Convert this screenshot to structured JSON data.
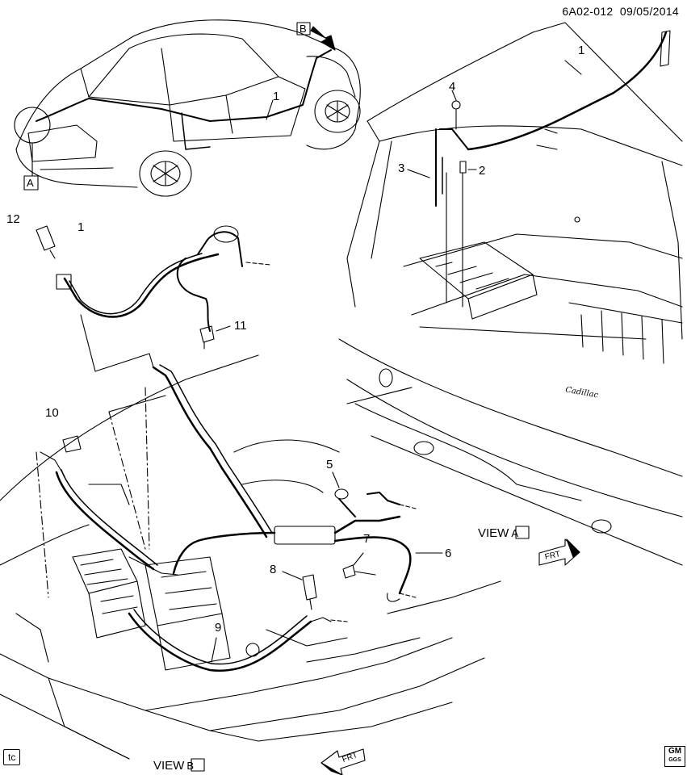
{
  "header": {
    "diagram_id": "6A02-012",
    "date": "09/05/2014"
  },
  "callouts": {
    "c1_top": "1",
    "c1_car": "1",
    "c1_left": "1",
    "c2": "2",
    "c3": "3",
    "c4": "4",
    "c5": "5",
    "c6": "6",
    "c7": "7",
    "c8": "8",
    "c9": "9",
    "c10": "10",
    "c11": "11",
    "c12": "12"
  },
  "view_markers": {
    "marker_a": "A",
    "marker_b": "B"
  },
  "views": {
    "view_a_text": "VIEW",
    "view_a_letter": "A",
    "view_b_text": "VIEW",
    "view_b_letter": "B"
  },
  "frt_arrow_text": "FRT",
  "trunk_badge": "Cadillac",
  "corner_tag": "tc",
  "logo": {
    "line1": "GM",
    "line2": "GGS"
  }
}
